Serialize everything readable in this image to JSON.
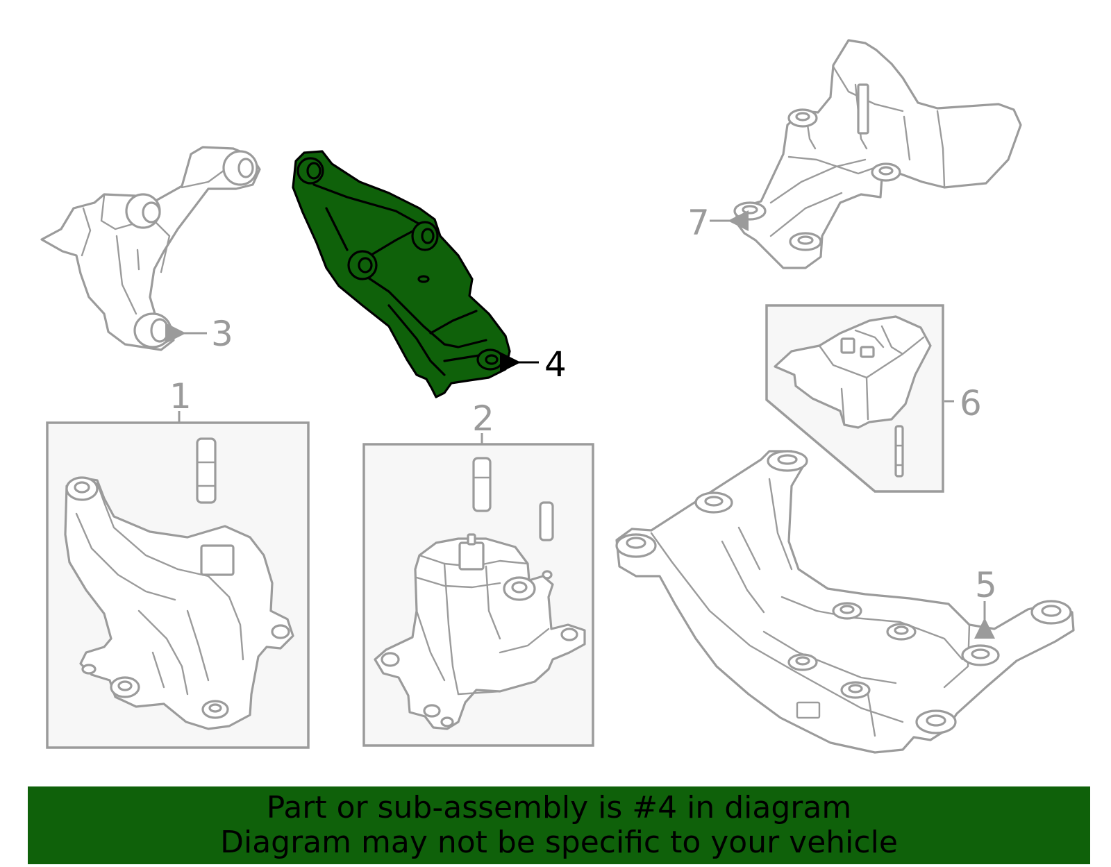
{
  "callouts": {
    "c1": "1",
    "c2": "2",
    "c3": "3",
    "c4": "4",
    "c5": "5",
    "c6": "6",
    "c7": "7"
  },
  "highlight": {
    "part_number": "4",
    "fill_color": "#0f610a",
    "outline_color": "#000000"
  },
  "banner": {
    "line1": "Part or sub-assembly is #4 in diagram",
    "line2": "Diagram may not be specific to your vehicle",
    "background": "#0f610a",
    "text_color": "#000000"
  },
  "icons": {
    "arrow": "arrow-left-icon"
  }
}
